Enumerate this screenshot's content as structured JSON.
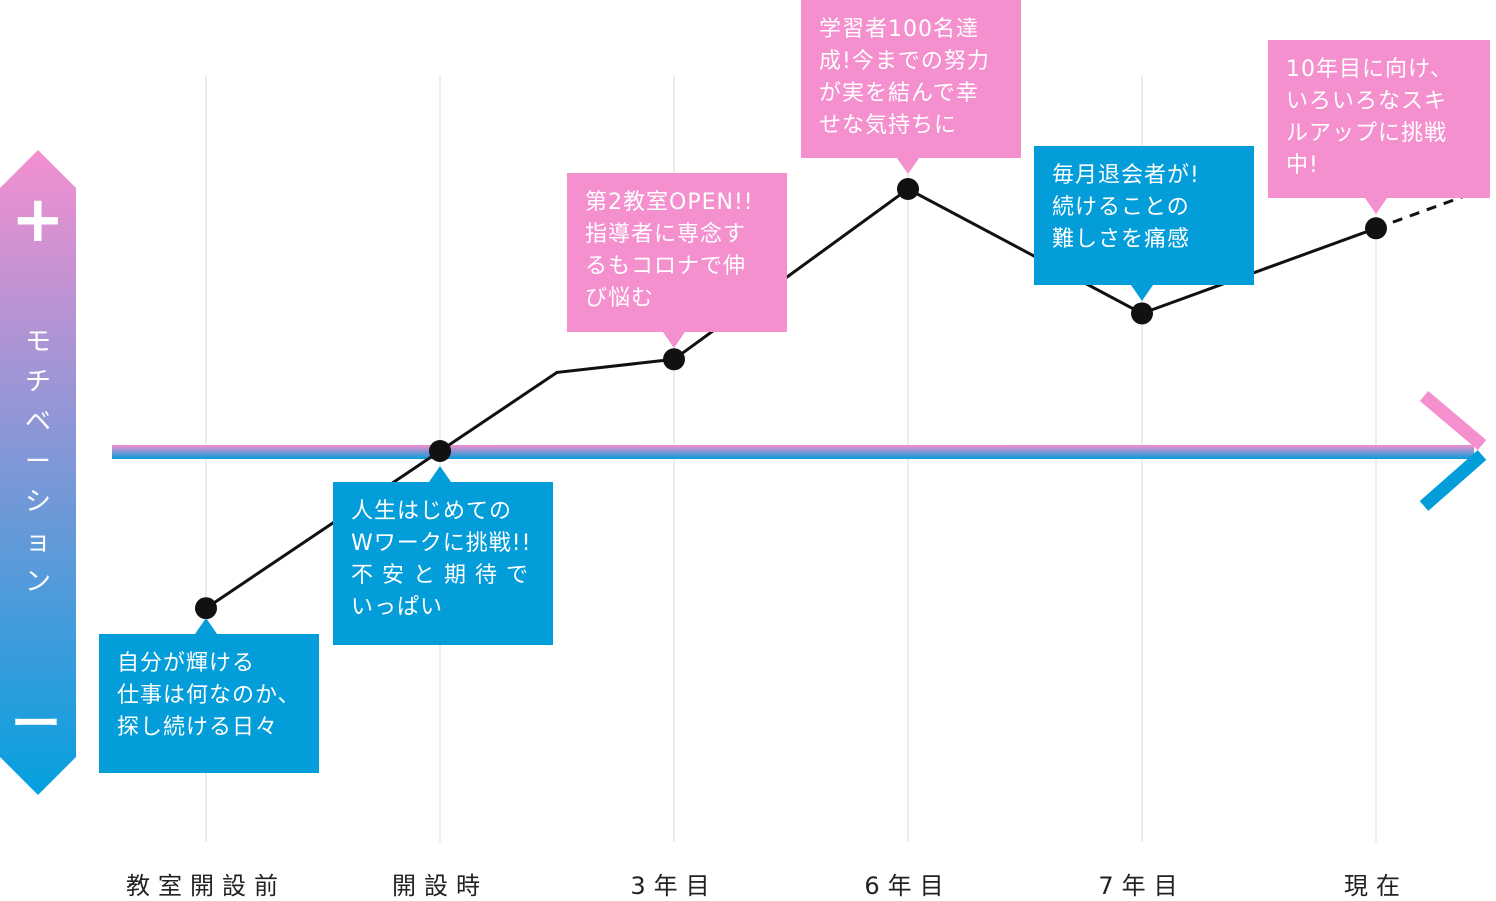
{
  "chart_data": {
    "type": "line",
    "y_axis_label": "モチベーション",
    "y_plus_symbol": "+",
    "y_minus_symbol": "ー",
    "categories": [
      "教室開設前",
      "開設時",
      "3年目",
      "6年目",
      "7年目",
      "現在"
    ],
    "series": [
      {
        "name": "",
        "points": [
          {
            "x": "教室開設前",
            "y": -1.2
          },
          {
            "x": "開設時",
            "y": 0.0
          },
          {
            "x": "3年目",
            "y": 0.7
          },
          {
            "x": "6年目",
            "y": 2.0
          },
          {
            "x": "7年目",
            "y": 1.05
          },
          {
            "x": "現在",
            "y": 1.7
          }
        ],
        "extra_vertex": {
          "x": "開設時–3年目の間",
          "y": 0.6
        },
        "trend_continues": true,
        "line_color": "#111111"
      }
    ],
    "annotations": [
      {
        "x": "教室開設前",
        "color": "blue",
        "lines": [
          "自分が輝ける",
          "仕事は何なのか、",
          "探し続ける日々"
        ]
      },
      {
        "x": "開設時",
        "color": "blue",
        "lines": [
          "人生はじめての",
          "Wワークに挑戦!!",
          "不 安 と 期 待 で",
          "いっぱい"
        ]
      },
      {
        "x": "3年目",
        "color": "pink",
        "lines": [
          "第2教室OPEN!!",
          "指導者に専念す",
          "るもコロナで伸",
          "び悩む"
        ]
      },
      {
        "x": "6年目",
        "color": "pink",
        "lines": [
          "学習者100名達",
          "成!今までの努力",
          "が実を結んで幸",
          "せな気持ちに"
        ]
      },
      {
        "x": "7年目",
        "color": "blue",
        "lines": [
          "毎月退会者が!",
          "続けることの",
          "難しさを痛感"
        ]
      },
      {
        "x": "現在",
        "color": "pink",
        "lines": [
          "10年目に向け、",
          "いろいろなスキ",
          "ルアップに挑戦",
          "中!"
        ]
      }
    ],
    "grid": true,
    "colors": {
      "pink": "#f590cf",
      "blue": "#039dd9",
      "gradient_top": "#f48fd0",
      "gradient_bottom": "#04a0df",
      "grid": "#d8d8d8",
      "point": "#111111"
    }
  }
}
